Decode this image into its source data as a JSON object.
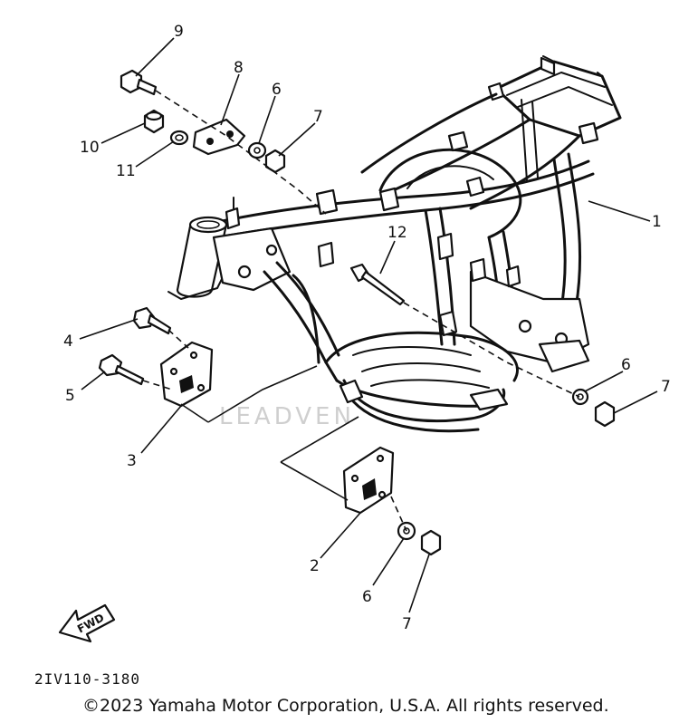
{
  "diagram": {
    "callouts": [
      "1",
      "2",
      "3",
      "4",
      "5",
      "6",
      "7",
      "8",
      "9",
      "10",
      "11",
      "12"
    ],
    "fwd_label": "FWD",
    "watermark": "LEADVEN",
    "diagram_code": "2IV110-3180",
    "copyright": "©2023 Yamaha Motor Corporation, U.S.A. All rights reserved."
  }
}
